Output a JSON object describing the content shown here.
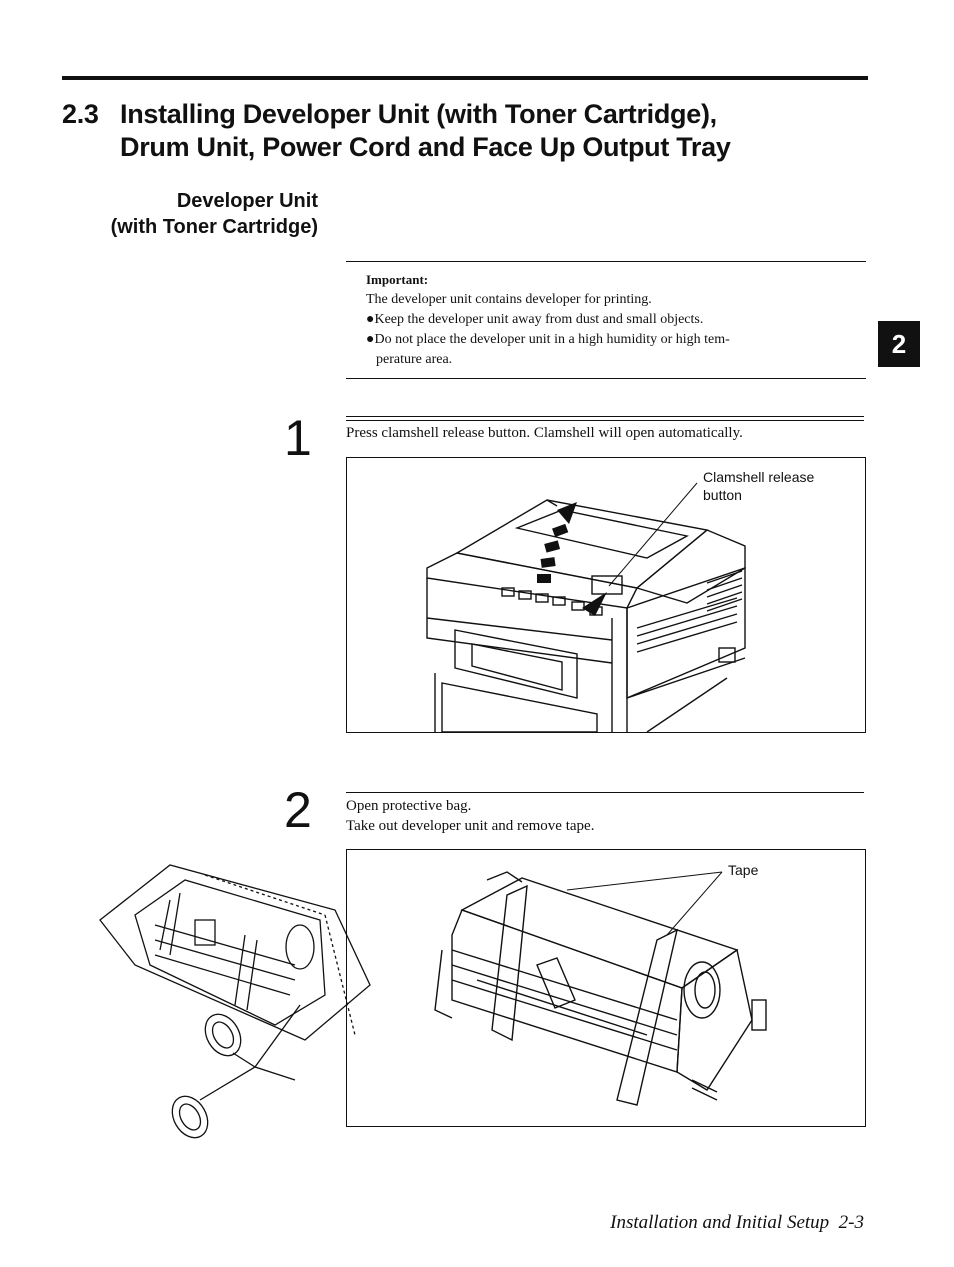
{
  "section": {
    "number": "2.3",
    "title_line1": "Installing Developer Unit (with Toner Cartridge),",
    "title_line2": "Drum Unit, Power Cord and Face Up Output Tray"
  },
  "subheading": {
    "line1": "Developer Unit",
    "line2": "(with Toner Cartridge)"
  },
  "important": {
    "label": "Important:",
    "lines": [
      "The developer unit contains developer for printing.",
      "●Keep the developer unit away from dust and small objects.",
      "●Do not place the developer unit in a high humidity or high tem-",
      "perature area."
    ]
  },
  "steps": [
    {
      "number": "1",
      "text": "Press clamshell release button. Clamshell will open automatically.",
      "callout_line1": "Clamshell release",
      "callout_line2": "button"
    },
    {
      "number": "2",
      "text_line1": "Open protective bag.",
      "text_line2": "Take out developer unit and remove tape.",
      "callout": "Tape"
    }
  ],
  "chapter_tab": "2",
  "footer": {
    "text": "Installation and Initial Setup",
    "page": "2-3"
  }
}
